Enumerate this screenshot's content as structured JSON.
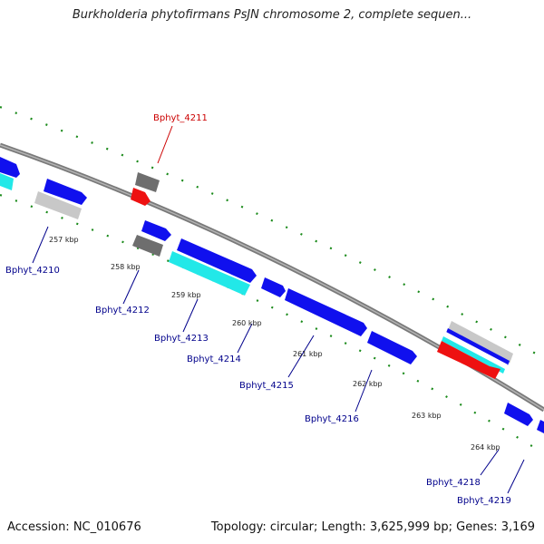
{
  "title": "Burkholderia phytofirmans PsJN chromosome 2, complete sequen...",
  "accession": "Accession: NC_010676",
  "summary": "Topology: circular; Length: 3,625,999 bp; Genes: 3,169",
  "colors": {
    "backbone": "#888888",
    "gene_blue": "#1010ee",
    "gene_cyan": "#22e8e8",
    "gene_gray": "#6e6e6e",
    "gene_lightgray": "#c8c8c8",
    "gene_red": "#ee1111",
    "tick_dot": "#1a8a1a",
    "label_blue": "#00008b",
    "label_red": "#cc0000"
  },
  "kbp_labels": [
    "257 kbp",
    "258 kbp",
    "259 kbp",
    "260 kbp",
    "261 kbp",
    "262 kbp",
    "263 kbp",
    "264 kbp"
  ],
  "gene_labels": [
    "Bphyt_4210",
    "Bphyt_4211",
    "Bphyt_4212",
    "Bphyt_4213",
    "Bphyt_4214",
    "Bphyt_4215",
    "Bphyt_4216",
    "Bphyt_4218",
    "Bphyt_4219"
  ]
}
